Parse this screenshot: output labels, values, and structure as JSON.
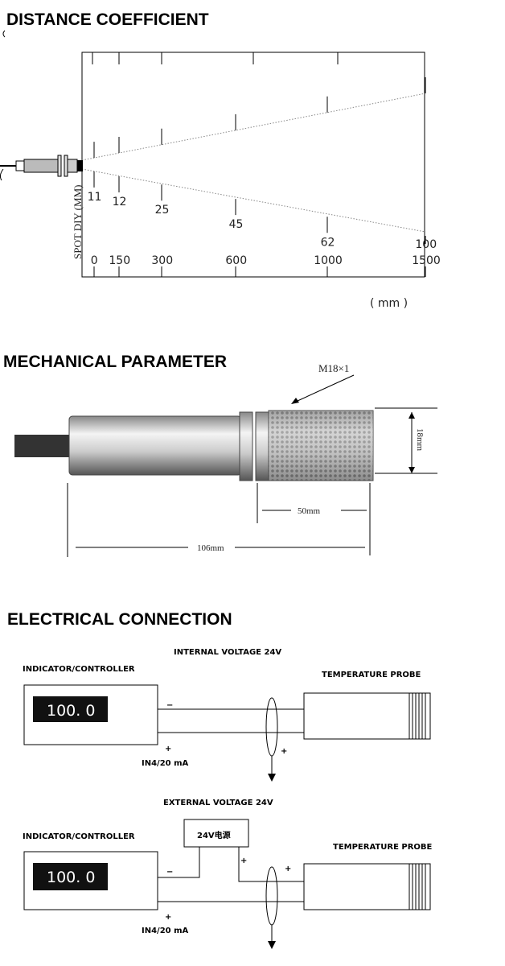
{
  "sections": {
    "distance": "DISTANCE COEFFICIENT",
    "mechanical": "MECHANICAL PARAMETER",
    "electrical": "ELECTRICAL CONNECTION"
  },
  "chart_data": {
    "type": "line",
    "title": "DISTANCE COEFFICIENT",
    "ylabel": "SPOT DIY (MM)",
    "xlabel": "( mm )",
    "x": [
      0,
      150,
      300,
      600,
      1000,
      1500
    ],
    "spot": [
      11,
      12,
      25,
      45,
      62,
      100
    ],
    "x_labels": [
      "0",
      "150",
      "300",
      "600",
      "1000",
      "1500"
    ],
    "spot_labels": [
      "11",
      "12",
      "25",
      "45",
      "62",
      "100"
    ],
    "xlim": [
      0,
      1500
    ]
  },
  "mechanical": {
    "thread": "M18×1",
    "diameter": "18mm",
    "thread_length": "50mm",
    "total_length": "106mm"
  },
  "electrical": {
    "internal": {
      "title": "INTERNAL VOLTAGE 24V",
      "controller": "INDICATOR/CONTROLLER",
      "probe": "TEMPERATURE PROBE",
      "display": "100. 0",
      "minus": "−",
      "plus": "+",
      "plus_probe": "+",
      "input": "IN4/20 mA"
    },
    "external": {
      "title": "EXTERNAL VOLTAGE 24V",
      "controller": "INDICATOR/CONTROLLER",
      "probe": "TEMPERATURE PROBE",
      "power": "24V电源",
      "display": "100. 0",
      "minus": "−",
      "plus": "+",
      "plus_power": "+",
      "plus_probe": "+",
      "input": "IN4/20 mA"
    }
  }
}
